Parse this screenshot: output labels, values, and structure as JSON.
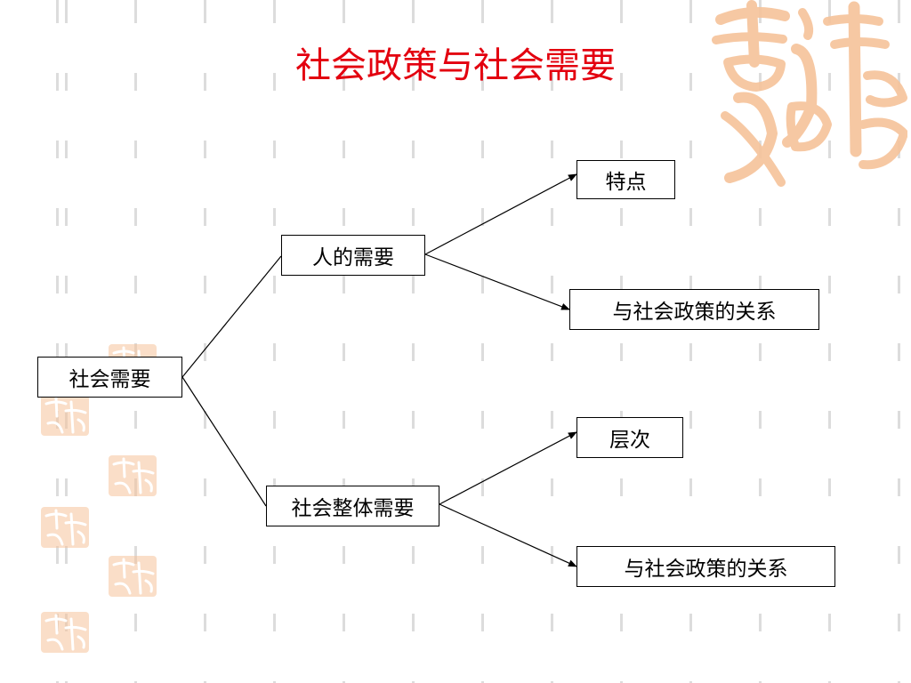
{
  "slide": {
    "title": "社会政策与社会需要",
    "accent_color": "#e3000f",
    "decoration_color": "#f6c39a",
    "decoration_icon": "auspicious-calligraphy-seal-icon",
    "decoration_text": "吉祥如意"
  },
  "diagram": {
    "root": {
      "id": "root",
      "label": "社会需要"
    },
    "nodes": [
      {
        "id": "human-needs",
        "label": "人的需要",
        "parent": "root"
      },
      {
        "id": "society-needs",
        "label": "社会整体需要",
        "parent": "root"
      },
      {
        "id": "features",
        "label": "特点",
        "parent": "human-needs"
      },
      {
        "id": "relation-1",
        "label": "与社会政策的关系",
        "parent": "human-needs"
      },
      {
        "id": "levels",
        "label": "层次",
        "parent": "society-needs"
      },
      {
        "id": "relation-2",
        "label": "与社会政策的关系",
        "parent": "society-needs"
      }
    ]
  }
}
